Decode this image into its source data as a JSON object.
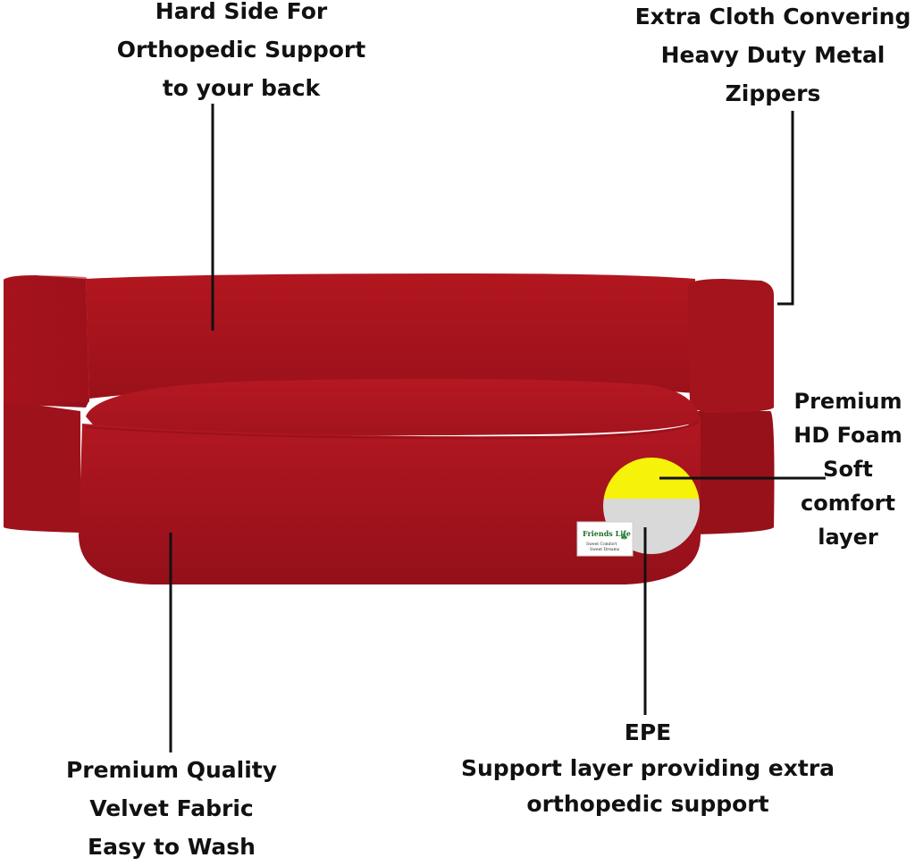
{
  "callouts": {
    "hard_side": {
      "lines": [
        "Hard Side For",
        "Orthopedic Support",
        "to your back"
      ]
    },
    "zippers": {
      "lines": [
        "Extra Cloth Convering",
        "Heavy Duty Metal",
        "Zippers"
      ]
    },
    "foam": {
      "lines": [
        "Premium",
        "HD Foam",
        "Soft",
        "comfort",
        "layer"
      ]
    },
    "fabric": {
      "lines": [
        "Premium Quality",
        "Velvet Fabric",
        "Easy to Wash"
      ]
    },
    "epe": {
      "lines": [
        "EPE",
        "Support layer providing extra",
        "orthopedic support"
      ]
    }
  },
  "brand_tag": {
    "name": "Friends Life",
    "tagline_1": "Sweet Comfort",
    "tagline_2": "Sweet Dreams"
  },
  "colors": {
    "sofa_red": "#a8141e",
    "sofa_dark": "#7e0d15",
    "foam_yellow": "#f7f209",
    "epe_grey": "#d9d9d9",
    "line_black": "#111111"
  }
}
